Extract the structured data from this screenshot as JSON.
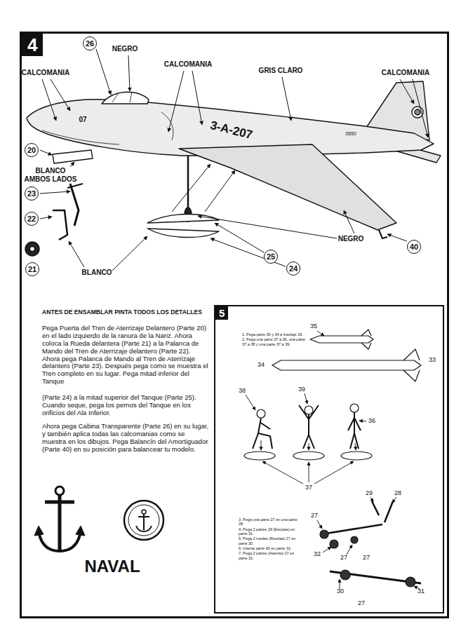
{
  "diagram": {
    "nodes": [
      {
        "text": [
          "4"
        ]
      },
      {
        "text": [
          "26"
        ],
        "in": 0
      },
      {
        "text": [
          "20"
        ],
        "in": 0
      },
      {
        "text": [
          "23"
        ],
        "in": 0
      },
      {
        "text": [
          "22"
        ],
        "in": 0
      },
      {
        "text": [
          "21"
        ],
        "in": 0
      },
      {
        "text": [
          "25"
        ],
        "in": 0
      },
      {
        "text": [
          "24"
        ],
        "in": 0
      },
      {
        "text": [
          "40"
        ],
        "in": 0
      },
      {
        "text": [
          "5"
        ],
        "in": 0
      }
    ],
    "labels": [
      "NEGRO",
      "CALCOMANIA",
      "CALCOMANIA",
      "GRIS CLARO",
      "CALCOMANIA",
      "07",
      "3-A-207",
      "0650",
      "BLANCO AMBOS LADOS",
      "BLANCO",
      "NEGRO",
      "ANTES DE ENSAMBLAR PINTA TODOS LOS DETALLES",
      "Pega Puerta del Tren de Aterrizaje Delantero (Parte 20) en el lado izquierdo de la ranura de la Nariz. Ahora coloca la Rueda delantera (Parte 21) a la Palanca de Mando del Tren de Aterrizaje delantero (Parte 22). Ahora pega Palanca de Mando al Tren de Aterrizaje delantero (Parte 23). Después pega como se muestra el Tren completo en su lugar. Pega mitad inferior del Tanque",
      "(Parte 24) a la mitad superior del Tanque (Parte 25). Cuando seque, pega los pernos del Tanque en los orificios del Ala Inferior.",
      "Ahora pega Cabina Transparente (Parte 26) en su lugar, y también aplica todas las calcomanias como se muestra en los dibujos. Pega Balancín del Amortiguador (Parte 40) en su posición para balancear tu modelo.",
      "NAVAL",
      "35",
      "1. Pega parte 35 y 34 a fuselaje 33.",
      "2. Pega una parte 37 a 36, una parte 37 a 38 y una parte 37 a 39.",
      "34",
      "33",
      "38",
      "39",
      "36",
      "37",
      "29",
      "28",
      "3. Pega una parte 27 en una parte 28.",
      "4. Pega 2 partes 29 (Escotas) en parte 31.",
      "5. Pega 2 ruedas (Ruedas) 27 en parte 30.",
      "6. Inserta parte 30 en parte 31.",
      "7. Pega 2 partes (Asiento) 27 en parte 31.",
      "27",
      "32",
      "27",
      "27",
      "30",
      "31",
      "27"
    ]
  }
}
